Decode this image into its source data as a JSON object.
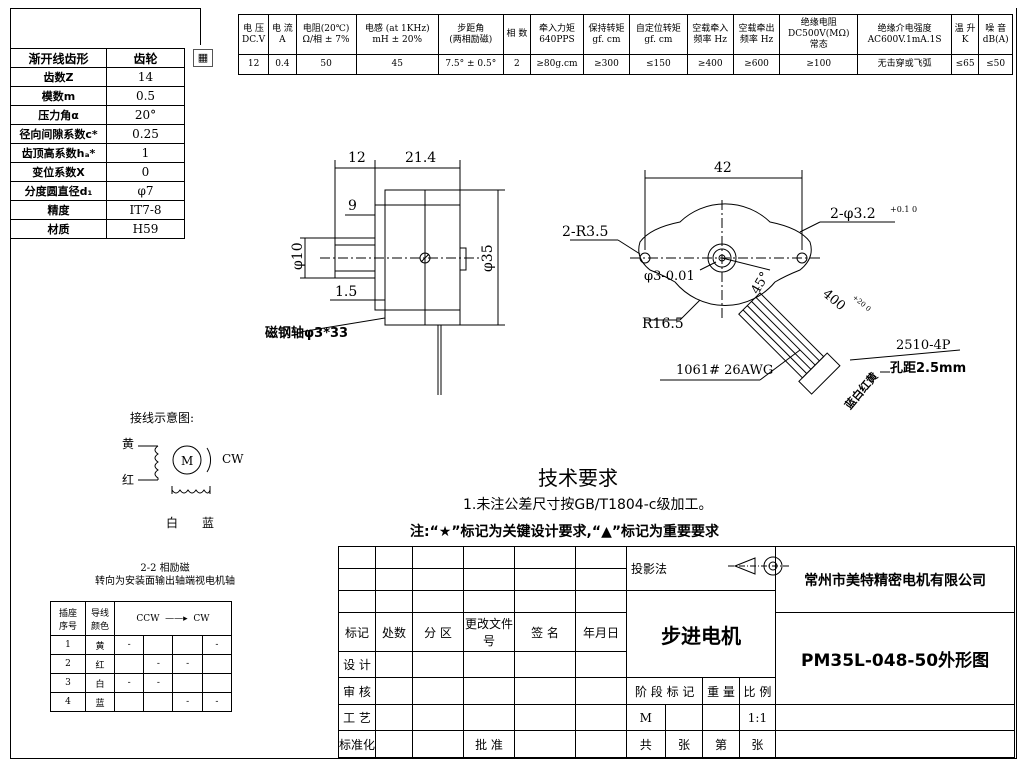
{
  "spec_table": {
    "headers": [
      "电 压\nDC.V",
      "电 流\nA",
      "电阻(20℃)\nΩ/相 ± 7%",
      "电感 (at 1KHz)\nmH ± 20%",
      "步距角\n(两相励磁)",
      "相 数",
      "牵入力矩\n640PPS",
      "保持转矩\ngf. cm",
      "自定位转矩\ngf. cm",
      "空载牵入\n频率 Hz",
      "空载牵出\n频率 Hz",
      "绝缘电阻\nDC500V(MΩ)\n常态",
      "绝缘介电强度\nAC600V.1mA.1S",
      "温 升\nK",
      "噪 音\ndB(A)"
    ],
    "values": [
      "12",
      "0.4",
      "50",
      "45",
      "7.5° ± 0.5°",
      "2",
      "≥80g.cm",
      "≥300",
      "≤150",
      "≥400",
      "≥600",
      "≥100",
      "无击穿或飞弧",
      "≤65",
      "≤50"
    ]
  },
  "gear_table": {
    "header_label": "渐开线齿形",
    "header_value": "齿轮",
    "rows": [
      {
        "label": "齿数Z",
        "value": "14"
      },
      {
        "label": "模数m",
        "value": "0.5"
      },
      {
        "label": "压力角α",
        "value": "20°"
      },
      {
        "label": "径向间隙系数c*",
        "value": "0.25"
      },
      {
        "label": "齿顶高系数hₐ*",
        "value": "1"
      },
      {
        "label": "变位系数X",
        "value": "0"
      },
      {
        "label": "分度圆直径d₁",
        "value": "φ7"
      },
      {
        "label": "精度",
        "value": "IT7-8"
      },
      {
        "label": "材质",
        "value": "H59"
      }
    ]
  },
  "side_view": {
    "dim_12": "12",
    "dim_21_4": "21.4",
    "dim_9": "9",
    "dim_phi10": "φ10",
    "dim_phi35": "φ35",
    "dim_1_5": "1.5",
    "shaft_note": "磁钢轴φ3*33"
  },
  "front_view": {
    "dim_42": "42",
    "dim_r3_5": "2-R3.5",
    "dim_holes": "2-φ3.2",
    "dim_holes_tol": "+0.1\n0",
    "dim_shaft": "φ3-0.01",
    "dim_45": "45°",
    "dim_400": "400",
    "dim_400_tol": "+20\n0",
    "dim_r16_5": "R16.5",
    "cable": "1061#  26AWG",
    "connector": "2510-4P",
    "pitch": "孔距2.5mm",
    "wire_colors": "蓝白红黄"
  },
  "wiring": {
    "title": "接线示意图:",
    "yellow": "黄",
    "red": "红",
    "motor": "M",
    "cw": "CW",
    "white": "白",
    "blue": "蓝"
  },
  "excitation": {
    "line1": "2-2 相励磁",
    "line2": "转向为安装面输出轴端视电机轴",
    "head_pin": "插座\n序号",
    "head_color": "导线\n颜色",
    "ccw": "CCW",
    "cw": "CW",
    "rows": [
      {
        "pin": "1",
        "color": "黄",
        "cells": [
          "-",
          "",
          "",
          "-"
        ]
      },
      {
        "pin": "2",
        "color": "红",
        "cells": [
          "",
          "-",
          "-",
          ""
        ]
      },
      {
        "pin": "3",
        "color": "白",
        "cells": [
          "-",
          "-",
          "",
          ""
        ]
      },
      {
        "pin": "4",
        "color": "蓝",
        "cells": [
          "",
          "",
          "-",
          "-"
        ]
      }
    ]
  },
  "tech_req": {
    "title": "技术要求",
    "line1": "1.未注公差尺寸按GB/T1804-c级加工。",
    "line2": "注:“★”标记为关键设计要求,“▲”标记为重要要求"
  },
  "title_block": {
    "projection": "投影法",
    "product": "步进电机",
    "company": "常州市美特精密电机有限公司",
    "drawing_no": "PM35L-048-50外形图",
    "biaoji": "标记",
    "chushu": "处数",
    "fenqu": "分 区",
    "gengai": "更改文件号",
    "qianming": "签 名",
    "nianyueri": "年月日",
    "sheji": "设 计",
    "shenhe": "审 核",
    "gongyi": "工 艺",
    "biaozhunhua": "标准化",
    "pizhun": "批 准",
    "jieduan": "阶 段 标 记",
    "zhongliang": "重 量",
    "bili": "比 例",
    "stage_mark": "M",
    "scale": "1:1",
    "gong": "共",
    "zhang1": "张",
    "di": "第",
    "zhang2": "张"
  }
}
